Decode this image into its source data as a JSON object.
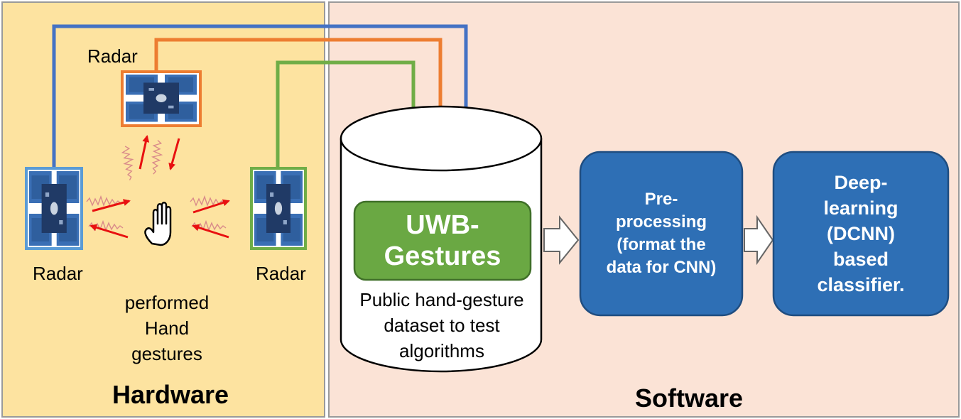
{
  "hardware": {
    "title": "Hardware",
    "radar_top_label": "Radar",
    "radar_left_label": "Radar",
    "radar_right_label": "Radar",
    "gesture_lines": [
      "performed",
      "Hand",
      "gestures"
    ]
  },
  "software": {
    "title": "Software",
    "dataset_name": "UWB-Gestures",
    "dataset_name_lines": [
      "UWB-",
      "Gestures"
    ],
    "dataset_description_lines": [
      "Public hand-gesture",
      "dataset to test",
      "algorithms"
    ],
    "preprocessing_lines": [
      "Pre-",
      "processing",
      "(format the",
      "data for CNN)"
    ],
    "classifier_lines": [
      "Deep-",
      "learning",
      "(DCNN)",
      "based",
      "classifier."
    ]
  },
  "colors": {
    "hardware_bg": "#fde3a0",
    "software_bg": "#fbe3d6",
    "blue": "#4472c4",
    "orange": "#ed7d31",
    "green": "#70ad47",
    "box_blue": "#2e6fb5",
    "dataset_green": "#6aa843",
    "signal_red": "#e81010"
  },
  "icons": [
    "radar-board-icon",
    "hand-icon",
    "signal-wave-icon",
    "database-cylinder-icon",
    "block-arrow-icon"
  ]
}
